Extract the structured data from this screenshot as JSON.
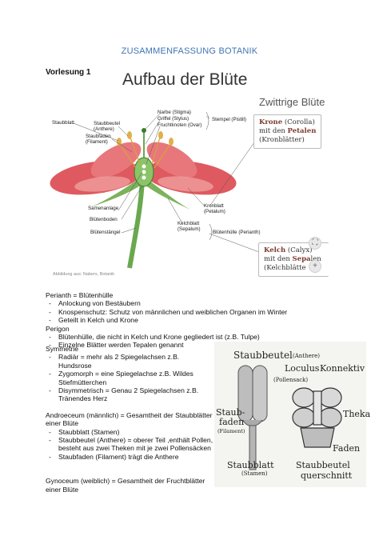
{
  "doc_title": "ZUSAMMENFASSUNG BOTANIK",
  "lecture": "Vorlesung 1",
  "figure1": {
    "heading": "Aufbau der Blüte",
    "subheading": "Zwittrige Blüte",
    "labels": {
      "staubblatt": "Staubblatt",
      "staubbeutel": "Staubbeutel",
      "anthere": "(Anthere)",
      "staubfaden": "Staubfaden",
      "filament": "(Filament)",
      "narbe": "Narbe (Stigma)",
      "griffel": "Griffel (Stylus)",
      "fruchtknoten": "Fruchtknoten (Ovar)",
      "stempel": "Stempel (Pistill)",
      "samenanlage": "Samenanlage",
      "bluetenboden": "Blütenboden",
      "bluetenstaengel": "Blütenstängel",
      "kronblatt": "Kronblatt",
      "petalum": "(Petalum)",
      "kelchblatt": "Kelchblatt",
      "sepalum": "(Sepalum)",
      "bluetenhuelle": "Blütenhülle (Perianth)"
    },
    "krone_box": {
      "line1_bold": "Krone",
      "line1_rest": " (Corolla)",
      "line2_pre": "mit den ",
      "line2_bold": "Petalen",
      "line3": "(Kronblätter)"
    },
    "kelch_box": {
      "line1_bold": "Kelch",
      "line1_rest": " (Calyx)",
      "line2_pre": "mit den ",
      "line2_bold": "Sepa",
      "line2_rest": "len",
      "line3": "(Kelchblätte"
    },
    "credit": "Abbildung aus: Nabers, Botanik"
  },
  "text": {
    "perianth": "Perianth = Blütenhülle",
    "perianth_items": [
      "Anlockung von Bestäubern",
      "Knospenschutz: Schutz von männlichen und weiblichen Organen im Winter",
      "Geteilt in Kelch und Krone"
    ],
    "perigon": "Perigon",
    "perigon_items": [
      "Blütenhülle, die nicht in Kelch und Krone gegliedert ist (z.B. Tulpe)",
      "Einzelne Blätter werden Tepalen genannt"
    ],
    "symmetrie": "Symmetrie",
    "symmetrie_items": [
      "Radiär = mehr als 2 Spiegelachsen z.B. Hundsrose",
      "Zygomorph = eine Spiegelachse z.B. Wildes Stiefmütterchen",
      "Disymmetrisch = Genau 2 Spiegelachsen z.B. Tränendes Herz"
    ],
    "androeceum": "Androeceum (männlich) = Gesamtheit der Staubblätter einer Blüte",
    "androeceum_items": [
      "Staubblatt (Stamen)",
      "Staubbeutel (Anthere) = oberer Teil ,enthält Pollen, besteht aus zwei Theken mit je zwei Pollensäcken",
      "Staubfaden (Filament) trägt die Anthere"
    ],
    "gynoceum": "Gynoceum (weiblich) = Gesamtheit der Fruchtblätter einer Blüte"
  },
  "figure2": {
    "staubbeutel": "Staubbeutel",
    "anthere": "(Anthere)",
    "loculus": "Loculus",
    "konnektiv": "Konnektiv",
    "pollensack": "(Pollensack)",
    "staub": "Staub-",
    "faden": "faden",
    "filament": "(Filament)",
    "theka": "Theka",
    "faden2": "Faden",
    "staubblatt": "Staubblatt",
    "stamen": "(Stamen)",
    "staubbeutel2": "Staubbeutel",
    "querschnitt": "querschnitt"
  },
  "colors": {
    "title": "#3f74b5",
    "petal": "#d9484f",
    "petal_light": "#f2a6a6",
    "stem": "#6aa84f",
    "serif_bold": "#7a3b2e"
  },
  "buttons": {
    "expand_icon": "⛶",
    "add_icon": "+"
  }
}
